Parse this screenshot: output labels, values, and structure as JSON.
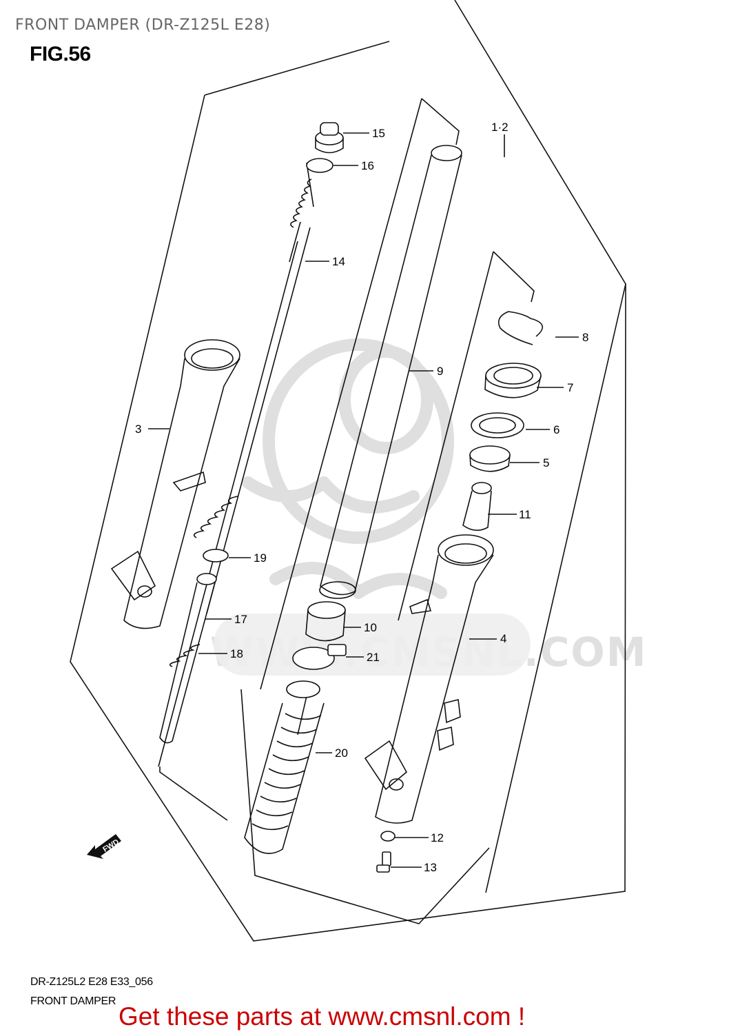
{
  "header": {
    "title": "FRONT DAMPER (DR-Z125L E28)",
    "figure": "FIG.56"
  },
  "watermark": {
    "text": "WWW.CMSNL.COM",
    "color": "#e0e0e0"
  },
  "callouts": [
    {
      "id": "1-2",
      "label": "1·2"
    },
    {
      "id": "3",
      "label": "3"
    },
    {
      "id": "4",
      "label": "4"
    },
    {
      "id": "5",
      "label": "5"
    },
    {
      "id": "6",
      "label": "6"
    },
    {
      "id": "7",
      "label": "7"
    },
    {
      "id": "8",
      "label": "8"
    },
    {
      "id": "9",
      "label": "9"
    },
    {
      "id": "10",
      "label": "10"
    },
    {
      "id": "11",
      "label": "11"
    },
    {
      "id": "12",
      "label": "12"
    },
    {
      "id": "13",
      "label": "13"
    },
    {
      "id": "14",
      "label": "14"
    },
    {
      "id": "15",
      "label": "15"
    },
    {
      "id": "16",
      "label": "16"
    },
    {
      "id": "17",
      "label": "17"
    },
    {
      "id": "18",
      "label": "18"
    },
    {
      "id": "19",
      "label": "19"
    },
    {
      "id": "20",
      "label": "20"
    },
    {
      "id": "21",
      "label": "21"
    }
  ],
  "direction_indicator": {
    "label": "FWD"
  },
  "footer": {
    "code": "DR-Z125L2 E28 E33_056",
    "name": "FRONT DAMPER",
    "promo": "Get these parts at www.cmsnl.com !",
    "promo_color": "#cc0000"
  }
}
